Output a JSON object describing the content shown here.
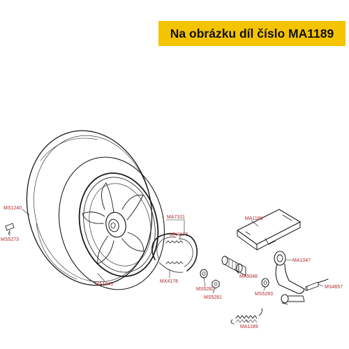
{
  "banner": {
    "text": "Na obrázku díl číslo MA1189",
    "color": "#f5c400"
  },
  "colors": {
    "label": "#b0282a",
    "line": "#1a1a1a"
  },
  "parts": {
    "ms1240": "MS1240",
    "ms5273": "MS5273",
    "ma1045": "MA1045",
    "ma7101": "MA7101",
    "mx4178_top": "MX4178",
    "mx4178_bottom": "MX4178",
    "ms5282": "MS5282",
    "ms5281": "MS5281",
    "ma5046": "MA5046",
    "ma1188": "MA1188",
    "ms5283": "MS5283",
    "ma1047": "MA1047",
    "ms4657": "MS4657",
    "ma1189": "MA1189"
  }
}
